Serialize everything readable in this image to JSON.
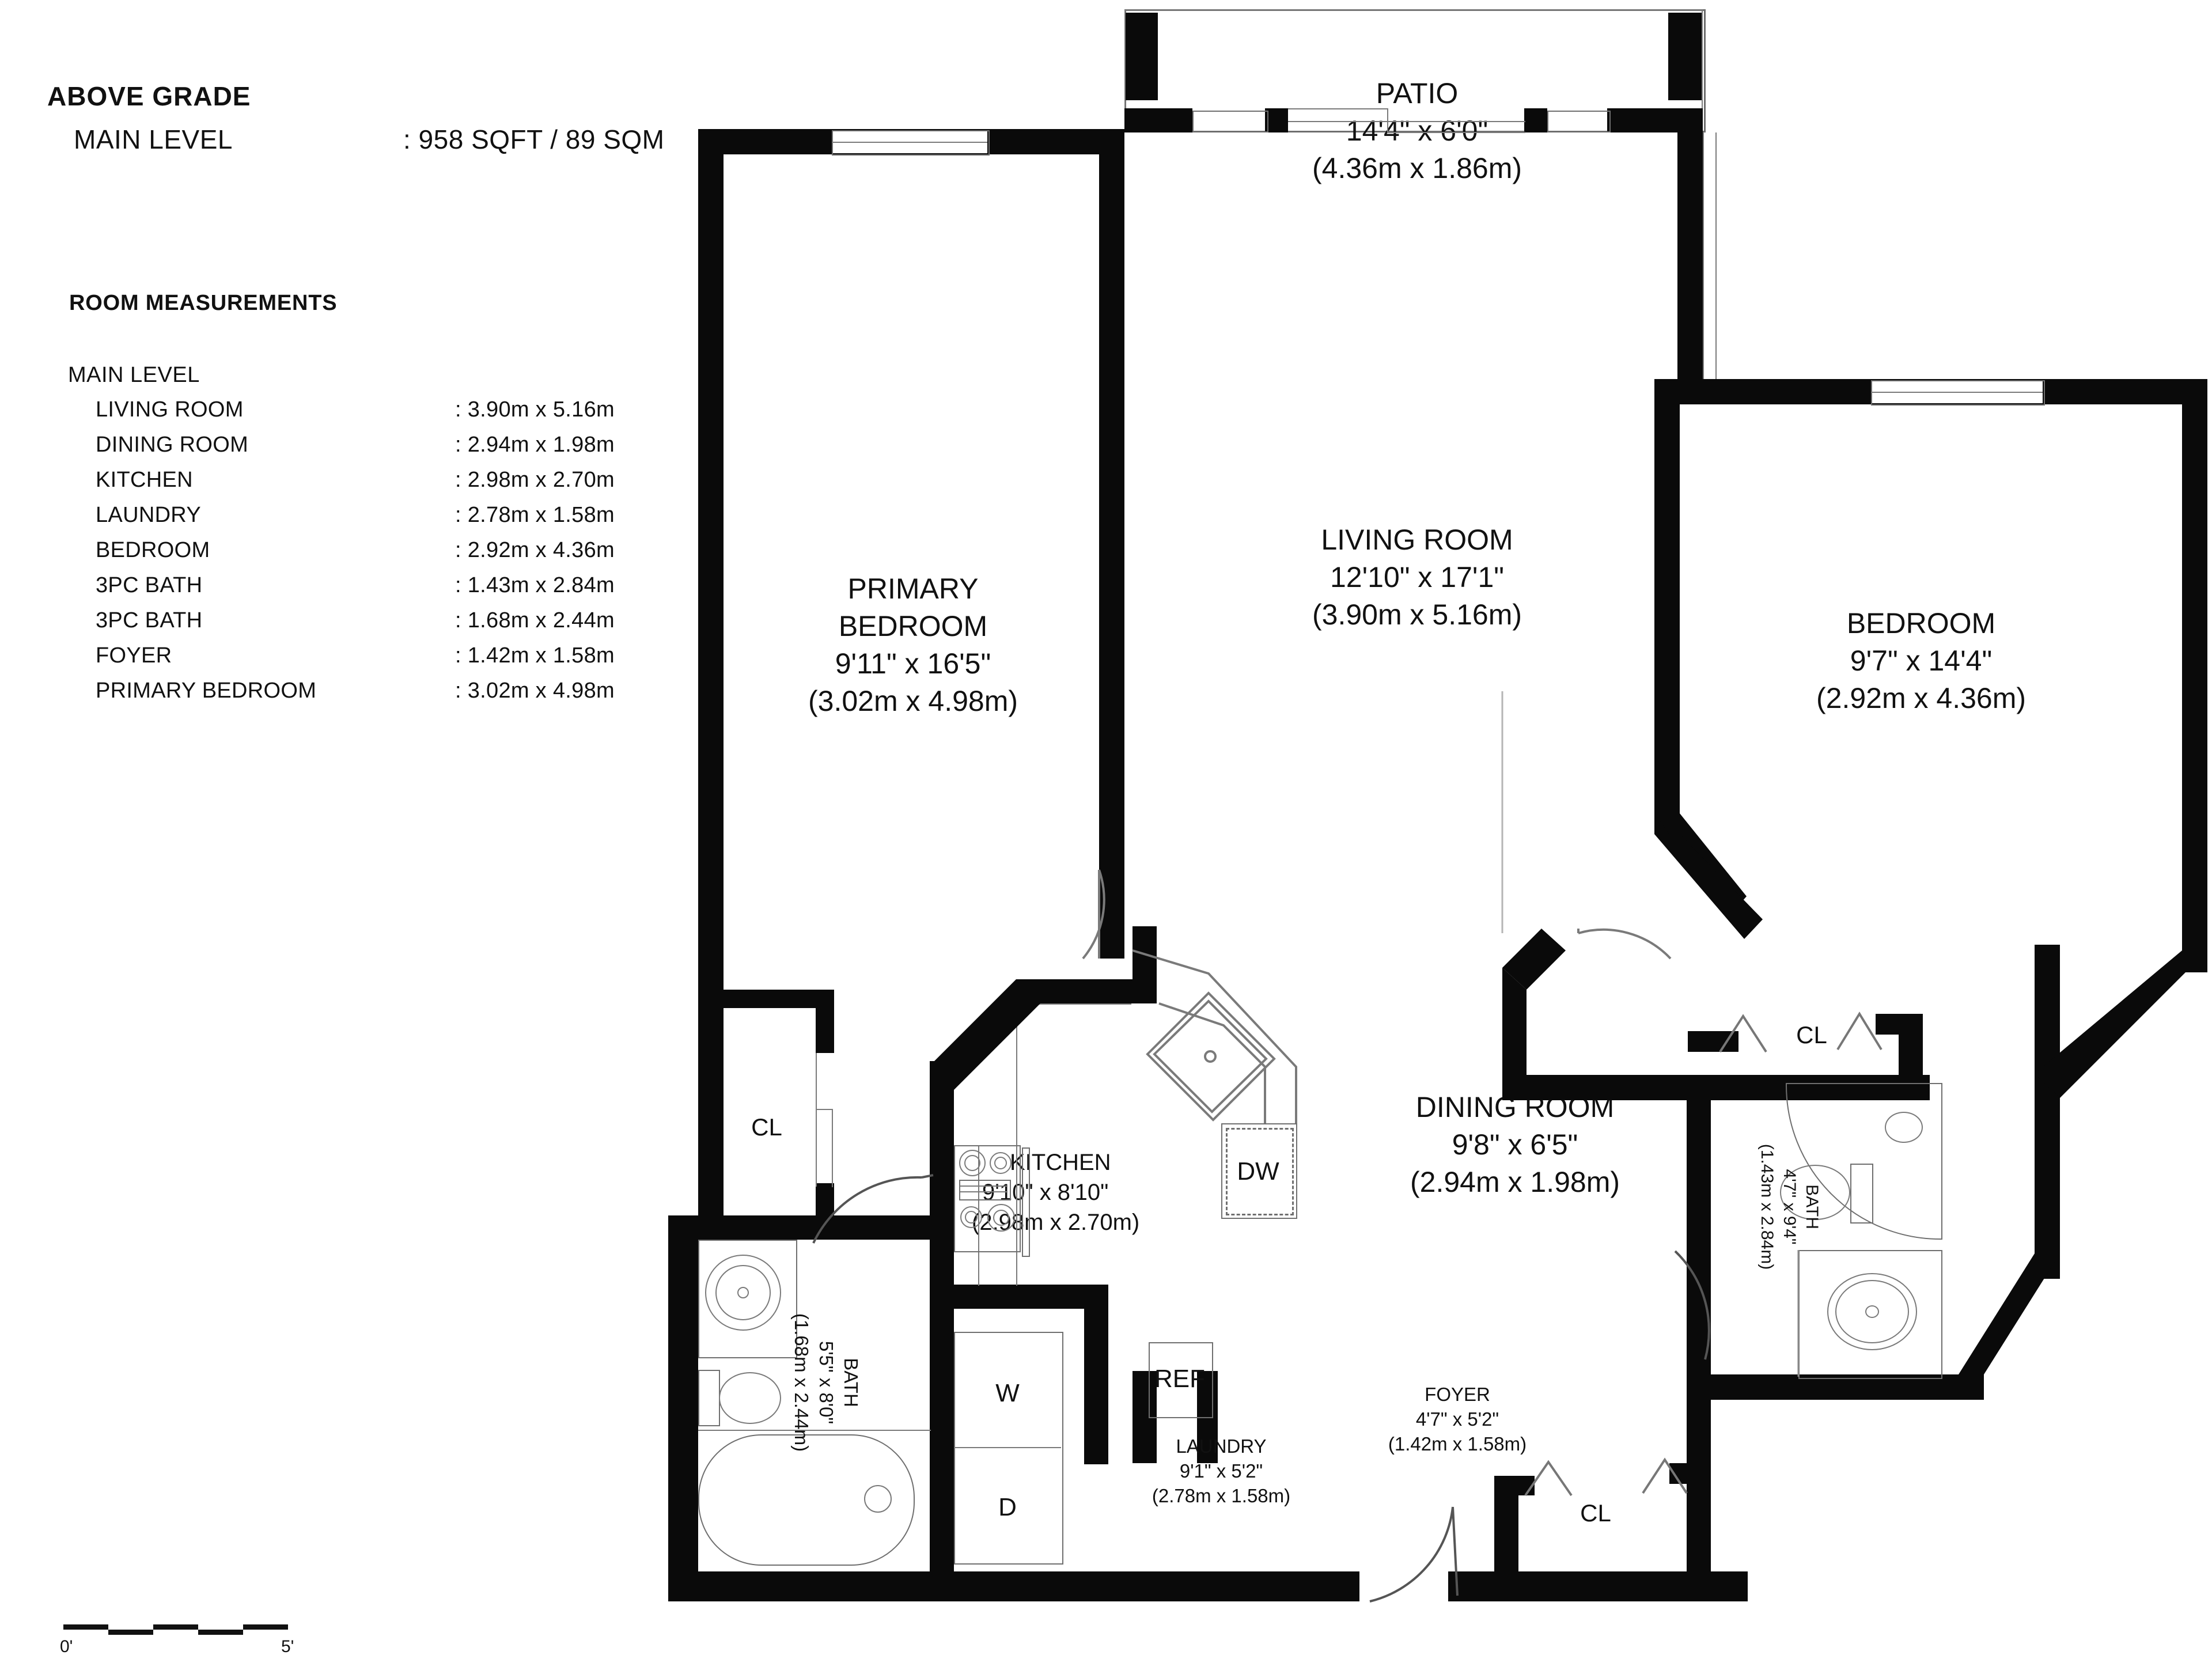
{
  "legend": {
    "title": "ABOVE GRADE",
    "level_label": "MAIN LEVEL",
    "level_value": ": 958 SQFT / 89 SQM",
    "measurements_title": "ROOM MEASUREMENTS",
    "measurements_level": "MAIN LEVEL",
    "rooms": [
      {
        "name": "LIVING ROOM",
        "dim": ": 3.90m x 5.16m"
      },
      {
        "name": "DINING ROOM",
        "dim": ": 2.94m x 1.98m"
      },
      {
        "name": "KITCHEN",
        "dim": ": 2.98m x 2.70m"
      },
      {
        "name": "LAUNDRY",
        "dim": ": 2.78m x 1.58m"
      },
      {
        "name": "BEDROOM",
        "dim": ": 2.92m x 4.36m"
      },
      {
        "name": "3PC BATH",
        "dim": ": 1.43m x 2.84m"
      },
      {
        "name": "3PC BATH",
        "dim": ": 1.68m x 2.44m"
      },
      {
        "name": "FOYER",
        "dim": ": 1.42m x 1.58m"
      },
      {
        "name": "PRIMARY BEDROOM",
        "dim": ": 3.02m x 4.98m"
      }
    ]
  },
  "scalebar": {
    "start_label": "0'",
    "end_label": "5'"
  },
  "plan": {
    "patio": {
      "name": "PATIO",
      "imperial": "14'4\" x 6'0\"",
      "metric": "(4.36m x 1.86m)"
    },
    "living_room": {
      "name": "LIVING ROOM",
      "imperial": "12'10\" x 17'1\"",
      "metric": "(3.90m x 5.16m)"
    },
    "primary_bedroom": {
      "name_line1": "PRIMARY",
      "name_line2": "BEDROOM",
      "imperial": "9'11\" x 16'5\"",
      "metric": "(3.02m x 4.98m)"
    },
    "bedroom": {
      "name": "BEDROOM",
      "imperial": "9'7\" x 14'4\"",
      "metric": "(2.92m x 4.36m)"
    },
    "dining_room": {
      "name": "DINING ROOM",
      "imperial": "9'8\" x 6'5\"",
      "metric": "(2.94m x 1.98m)"
    },
    "kitchen": {
      "name": "KITCHEN",
      "imperial": "9'10\" x 8'10\"",
      "metric": "(2.98m x 2.70m)"
    },
    "laundry": {
      "name": "LAUNDRY",
      "imperial": "9'1\" x 5'2\"",
      "metric": "(2.78m x 1.58m)"
    },
    "foyer": {
      "name": "FOYER",
      "imperial": "4'7\" x 5'2\"",
      "metric": "(1.42m x 1.58m)"
    },
    "bath_left": {
      "name": "BATH",
      "imperial": "5'5\" x 8'0\"",
      "metric": "(1.68m x 2.44m)"
    },
    "bath_right": {
      "name": "BATH",
      "imperial": "4'7\" x 9'4\"",
      "metric": "(1.43m x 2.84m)"
    },
    "closet_primary": "CL",
    "closet_bedroom": "CL",
    "closet_foyer": "CL",
    "appliances": {
      "dishwasher": "DW",
      "refrigerator": "REF",
      "washer": "W",
      "dryer": "D"
    }
  }
}
